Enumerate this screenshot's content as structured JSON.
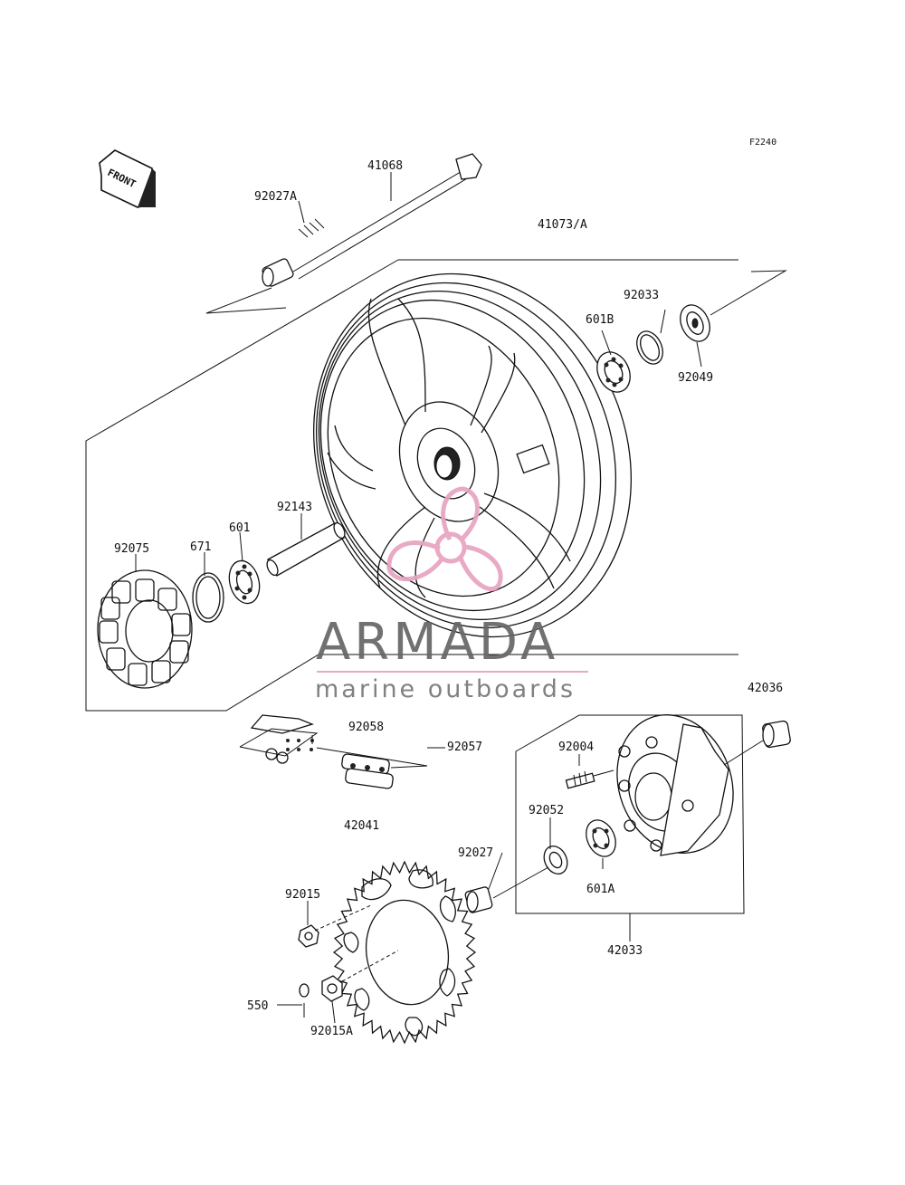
{
  "diagram_code": "F2240",
  "front_tag": "FRONT",
  "watermark": {
    "brand": "ARMADA",
    "tagline": "marine outboards",
    "logo_color": "#e7a3c0",
    "text_color": "#666666"
  },
  "callouts": {
    "p41068": "41068",
    "p92027A": "92027A",
    "p41073A": "41073/A",
    "p92033": "92033",
    "p601B": "601B",
    "p92049": "92049",
    "p92143": "92143",
    "p92075": "92075",
    "p671": "671",
    "p601": "601",
    "p42036": "42036",
    "p92058": "92058",
    "p92057": "92057",
    "p92004": "92004",
    "p42041": "42041",
    "p92052": "92052",
    "p92027": "92027",
    "p601A": "601A",
    "p92015": "92015",
    "p42033": "42033",
    "p550": "550",
    "p92015A": "92015A"
  }
}
